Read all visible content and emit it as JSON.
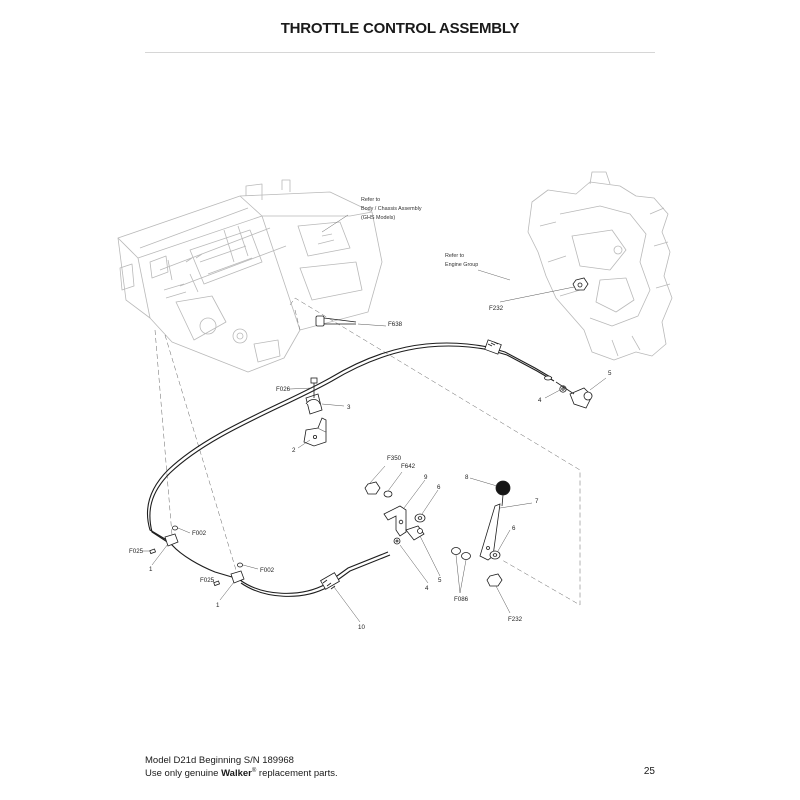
{
  "title": "THROTTLE CONTROL ASSEMBLY",
  "notes": {
    "chassis": [
      "Refer to",
      "Body / Chassis Assembly",
      "(GHS Models)"
    ],
    "engine": [
      "Refer to",
      "Engine Group"
    ]
  },
  "callouts": {
    "f232_top": "F232",
    "f638": "F638",
    "f026": "F026",
    "c3": "3",
    "c2": "2",
    "c4_top": "4",
    "c5_top": "5",
    "f350": "F350",
    "f642": "F642",
    "c9": "9",
    "c6_top": "6",
    "c8": "8",
    "c7": "7",
    "c6_bottom": "6",
    "f002_left": "F002",
    "f025_left": "F025",
    "c1_left": "1",
    "f002_right": "F002",
    "f025_right": "F025",
    "c1_right": "1",
    "c4_bottom": "4",
    "c5_bottom": "5",
    "f086": "F086",
    "f232_bottom": "F232",
    "c10": "10"
  },
  "footer": {
    "line1": "Model D21d Beginning S/N 189968",
    "line2_pre": "Use only genuine ",
    "brand": "Walker",
    "reg": "®",
    "line2_post": " replacement parts."
  },
  "page_number": "25"
}
